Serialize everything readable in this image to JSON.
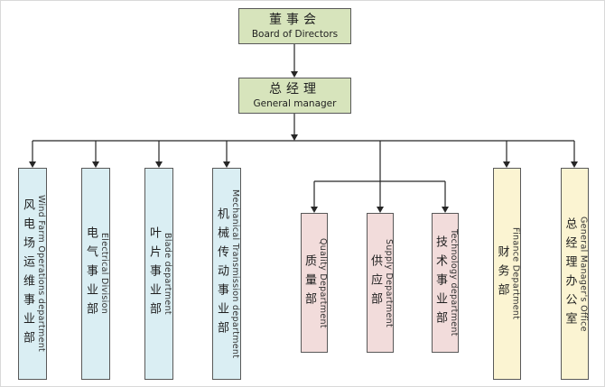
{
  "colors": {
    "executive_fill": "#d7e4bc",
    "division_fill": "#daeef3",
    "department_fill": "#f2dcdb",
    "office_fill": "#fbf4d2",
    "box_border": "#595959",
    "connector": "#262626",
    "background": "#ffffff"
  },
  "org": {
    "root": {
      "zh": "董事会",
      "en": "Board of Directors"
    },
    "manager": {
      "zh": "总经理",
      "en": "General manager"
    },
    "divisions": [
      {
        "zh": "风电场运维事业部",
        "en": "Wind Farm Operations department"
      },
      {
        "zh": "电气事业部",
        "en": "Electrical Division"
      },
      {
        "zh": "叶片事业部",
        "en": "Blade department"
      },
      {
        "zh": "机械传动事业部",
        "en": "Mechanical Transmission department"
      }
    ],
    "departments": [
      {
        "zh": "质量部",
        "en": "Quality Department"
      },
      {
        "zh": "供应部",
        "en": "Supply Department"
      },
      {
        "zh": "技术事业部",
        "en": "Technology department"
      }
    ],
    "offices": [
      {
        "zh": "财务部",
        "en": "Finance Department"
      },
      {
        "zh": "总经理办公室",
        "en": "General Manager's Office"
      }
    ]
  }
}
